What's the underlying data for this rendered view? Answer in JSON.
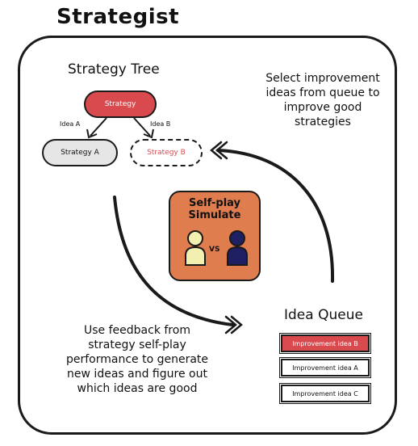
{
  "title": "Strategist",
  "strategy_tree": {
    "heading": "Strategy Tree",
    "root_label": "Strategy",
    "child_a_label": "Strategy A",
    "child_b_label": "Strategy B",
    "edge_a_label": "Idea A",
    "edge_b_label": "Idea B"
  },
  "simulate": {
    "line1": "Self-play",
    "line2": "Simulate",
    "vs_label": "VS"
  },
  "select_note": {
    "lines": [
      "Select improvement",
      "ideas from queue to",
      "improve good",
      "strategies"
    ]
  },
  "feedback_note": {
    "lines": [
      "Use feedback from",
      "strategy self-play",
      "performance to generate",
      "new ideas and figure out",
      "which ideas are good"
    ]
  },
  "idea_queue": {
    "heading": "Idea Queue",
    "items": [
      "Improvement idea B",
      "Improvement idea A",
      "Improvement idea C"
    ]
  },
  "colors": {
    "highlight_red": "#d94a4f",
    "simulate_orange": "#e07d4f",
    "player_light": "#f3efb0",
    "player_dark": "#1f1f63",
    "outline": "#1a1a1a"
  }
}
